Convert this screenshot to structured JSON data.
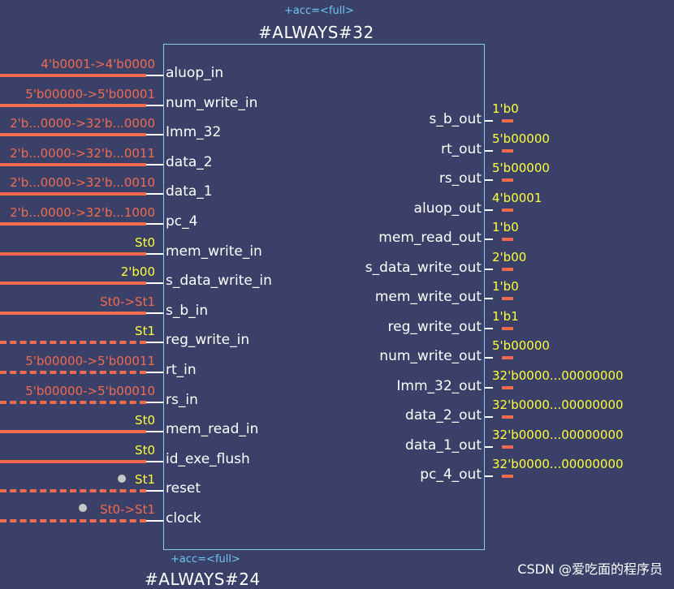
{
  "top_module": {
    "acc": "+acc=<full>",
    "name": "#ALWAYS#32"
  },
  "bottom_module": {
    "acc": "+acc=<full>",
    "name": "#ALWAYS#24"
  },
  "inputs": [
    {
      "port": "aluop_in",
      "value": "4'b0001->4'b0000",
      "value_color": "orange",
      "wire": "solid"
    },
    {
      "port": "num_write_in",
      "value": "5'b00000->5'b00001",
      "value_color": "orange",
      "wire": "solid"
    },
    {
      "port": "Imm_32",
      "value": "2'b...0000->32'b...0000",
      "value_color": "orange",
      "wire": "solid"
    },
    {
      "port": "data_2",
      "value": "2'b...0000->32'b...0011",
      "value_color": "orange",
      "wire": "solid"
    },
    {
      "port": "data_1",
      "value": "2'b...0000->32'b...0010",
      "value_color": "orange",
      "wire": "solid"
    },
    {
      "port": "pc_4",
      "value": "2'b...0000->32'b...1000",
      "value_color": "orange",
      "wire": "solid"
    },
    {
      "port": "mem_write_in",
      "value": "St0",
      "value_color": "yellow",
      "wire": "solid"
    },
    {
      "port": "s_data_write_in",
      "value": "2'b00",
      "value_color": "yellow",
      "wire": "solid"
    },
    {
      "port": "s_b_in",
      "value": "St0->St1",
      "value_color": "orange",
      "wire": "solid"
    },
    {
      "port": "reg_write_in",
      "value": "St1",
      "value_color": "yellow",
      "wire": "dashed"
    },
    {
      "port": "rt_in",
      "value": "5'b00000->5'b00011",
      "value_color": "orange",
      "wire": "dashed"
    },
    {
      "port": "rs_in",
      "value": "5'b00000->5'b00010",
      "value_color": "orange",
      "wire": "dashed"
    },
    {
      "port": "mem_read_in",
      "value": "St0",
      "value_color": "yellow",
      "wire": "solid"
    },
    {
      "port": "id_exe_flush",
      "value": "St0",
      "value_color": "yellow",
      "wire": "solid"
    },
    {
      "port": "reset",
      "value": "St1",
      "value_color": "yellow",
      "wire": "dashed"
    },
    {
      "port": "clock",
      "value": "St0->St1",
      "value_color": "orange",
      "wire": "dashed"
    }
  ],
  "outputs": [
    {
      "port": "s_b_out",
      "value": "1'b0"
    },
    {
      "port": "rt_out",
      "value": "5'b00000"
    },
    {
      "port": "rs_out",
      "value": "5'b00000"
    },
    {
      "port": "aluop_out",
      "value": "4'b0001"
    },
    {
      "port": "mem_read_out",
      "value": "1'b0"
    },
    {
      "port": "s_data_write_out",
      "value": "2'b00"
    },
    {
      "port": "mem_write_out",
      "value": "1'b0"
    },
    {
      "port": "reg_write_out",
      "value": "1'b1"
    },
    {
      "port": "num_write_out",
      "value": "5'b00000"
    },
    {
      "port": "Imm_32_out",
      "value": "32'b0000...00000000"
    },
    {
      "port": "data_2_out",
      "value": "32'b0000...00000000"
    },
    {
      "port": "data_1_out",
      "value": "32'b0000...00000000"
    },
    {
      "port": "pc_4_out",
      "value": "32'b0000...00000000"
    }
  ],
  "watermark": "CSDN @爱吃面的程序员",
  "colors": {
    "background": "#3a4068",
    "wire": "#f26b4f",
    "value_yellow": "#ffff3a",
    "border": "#8ec8ee",
    "accent_text": "#6ec7f0"
  }
}
